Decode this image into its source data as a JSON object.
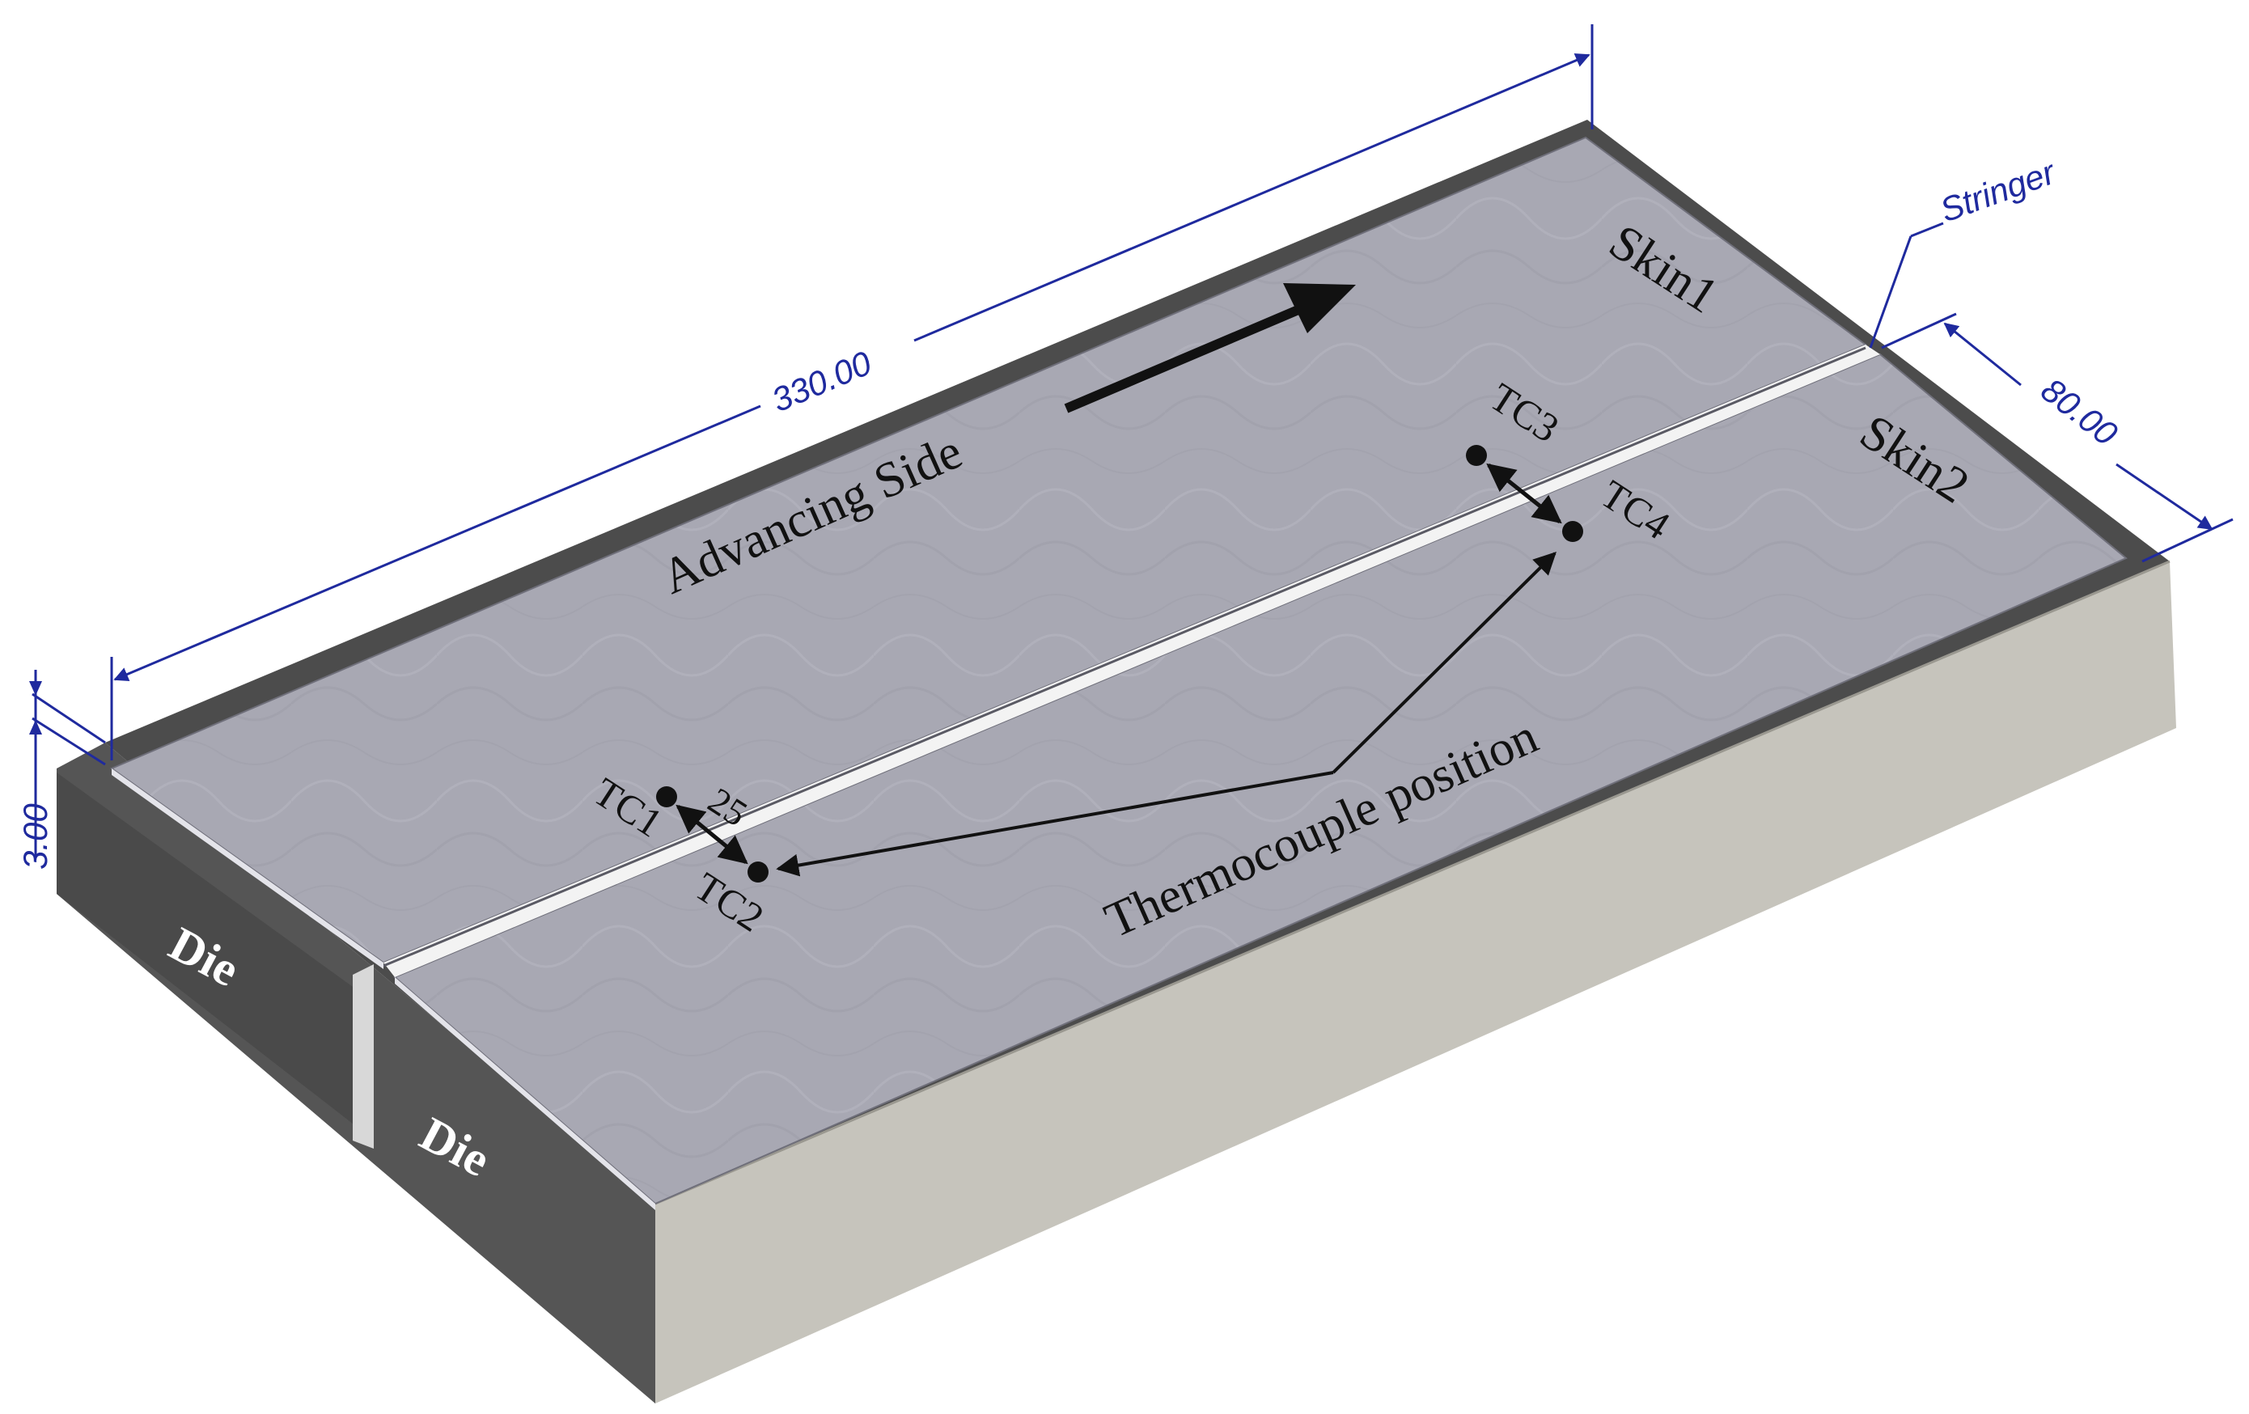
{
  "labels": {
    "skin1": "Skin1",
    "skin2": "Skin2",
    "advancing_side": "Advancing Side",
    "thermocouple_position": "Thermocouple position",
    "tc1": "TC1",
    "tc2": "TC2",
    "tc3": "TC3",
    "tc4": "TC4",
    "tc_spacing": "25",
    "die_left": "Die",
    "die_right": "Die",
    "stringer": "Stringer"
  },
  "dimensions": {
    "length": "330.00",
    "width": "80.00",
    "thickness": "3.00"
  },
  "colors": {
    "skin_surface": "#a9a9b4",
    "die_dark": "#4a4a4a",
    "die_light": "#c4c2bb",
    "dimension_line": "#1f2a9e",
    "annotation": "#111111"
  }
}
